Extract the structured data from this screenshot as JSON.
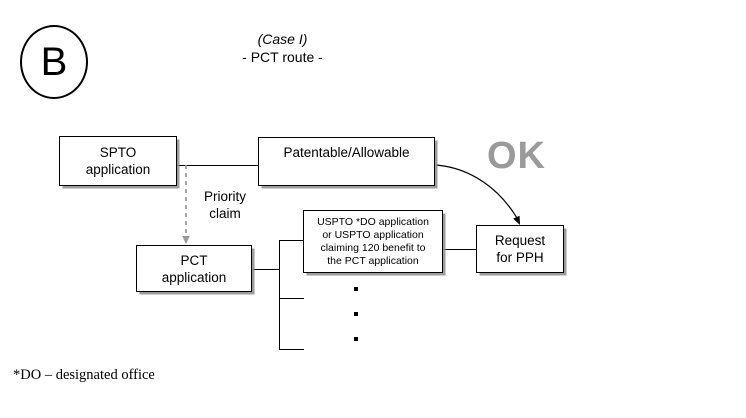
{
  "diagram": {
    "badge": {
      "letter": "B"
    },
    "title": {
      "case_label": "(Case I)",
      "route_label": "- PCT route -"
    },
    "boxes": [
      {
        "id": "spto",
        "line1": "SPTO",
        "line2": "application",
        "line3": "",
        "line4": ""
      },
      {
        "id": "patentable",
        "line1": "Patentable/Allowable",
        "line2": "",
        "line3": "",
        "line4": ""
      },
      {
        "id": "pct",
        "line1": "PCT",
        "line2": "application",
        "line3": "",
        "line4": ""
      },
      {
        "id": "uspto",
        "line1": "USPTO *DO application",
        "line2": "or USPTO application",
        "line3": "claiming 120 benefit to",
        "line4": "the PCT application"
      },
      {
        "id": "request",
        "line1": "Request",
        "line2": "for PPH",
        "line3": "",
        "line4": ""
      }
    ],
    "labels": {
      "priority_line1": "Priority",
      "priority_line2": "claim",
      "ok": "OK"
    },
    "footnote": "*DO – designated office",
    "colors": {
      "ok_gray": "#9a9a9a",
      "shadow_gray": "#8c8c8c",
      "stroke_black": "#000000",
      "background": "#ffffff"
    }
  }
}
